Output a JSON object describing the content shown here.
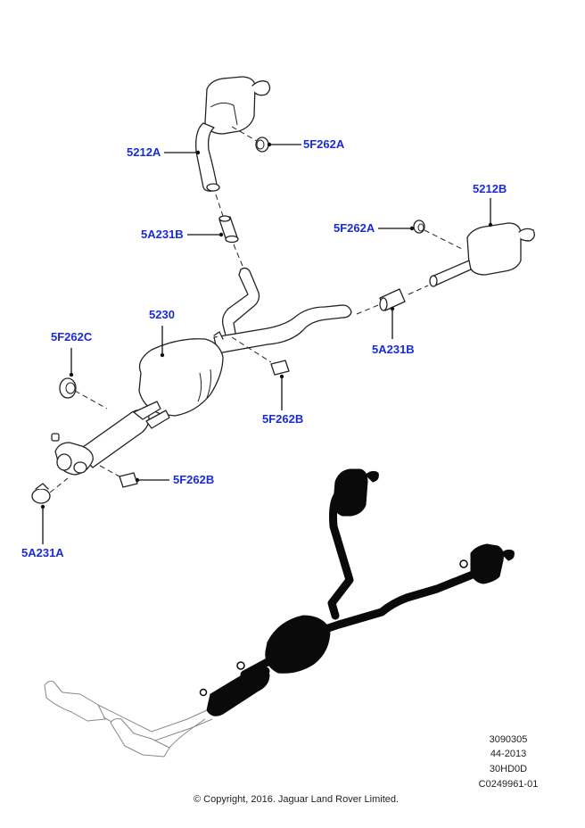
{
  "diagram": {
    "title": "Exhaust system parts diagram",
    "label_color": "#1a2bd8",
    "callouts": [
      {
        "id": "5212A",
        "label": "5212A"
      },
      {
        "id": "5F262A_top",
        "label": "5F262A"
      },
      {
        "id": "5A231B_top",
        "label": "5A231B"
      },
      {
        "id": "5212B",
        "label": "5212B"
      },
      {
        "id": "5F262A_right",
        "label": "5F262A"
      },
      {
        "id": "5A231B_right",
        "label": "5A231B"
      },
      {
        "id": "5230",
        "label": "5230"
      },
      {
        "id": "5F262C",
        "label": "5F262C"
      },
      {
        "id": "5F262B_mid",
        "label": "5F262B"
      },
      {
        "id": "5F262B_low",
        "label": "5F262B"
      },
      {
        "id": "5A231A",
        "label": "5A231A"
      }
    ]
  },
  "info_block": {
    "lines": [
      "3090305",
      "44-2013",
      "30HD0D",
      "C0249961-01"
    ]
  },
  "copyright": "© Copyright, 2016. Jaguar Land Rover Limited."
}
